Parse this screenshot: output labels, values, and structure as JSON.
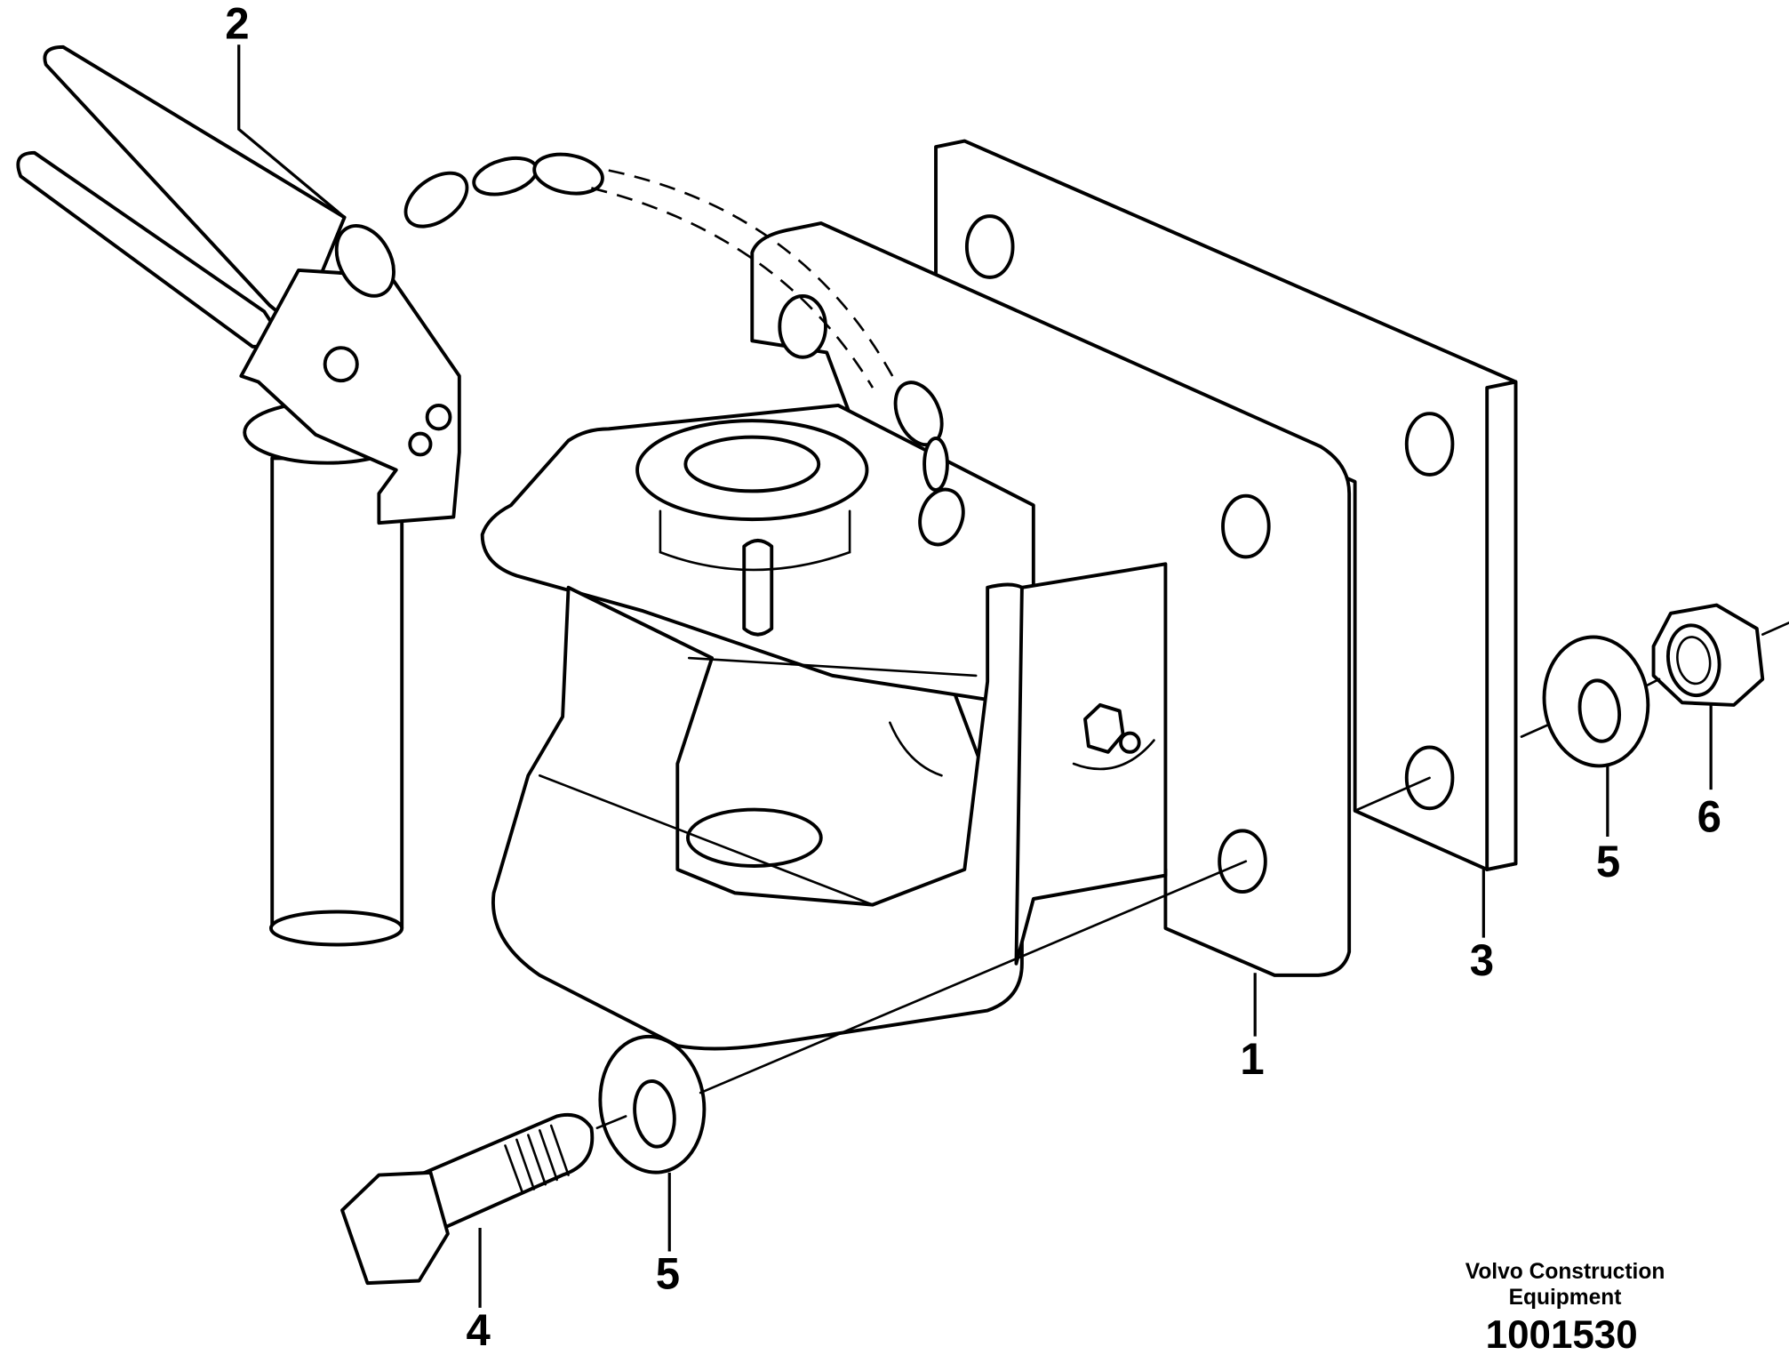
{
  "callouts": {
    "c1": "1",
    "c2": "2",
    "c3": "3",
    "c4": "4",
    "c5a": "5",
    "c5b": "5",
    "c6": "6"
  },
  "caption": {
    "line1": "Volvo Construction",
    "line2": "Equipment"
  },
  "reference_number": "1001530"
}
